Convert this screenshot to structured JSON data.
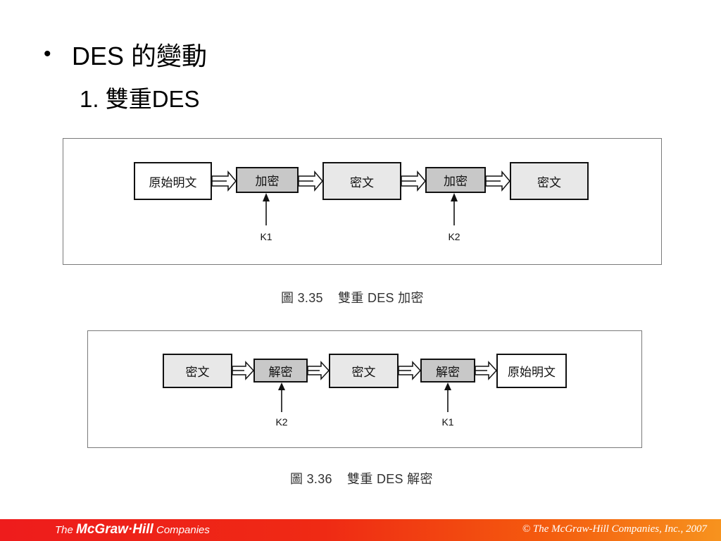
{
  "slide": {
    "bullet_symbol": "•",
    "bullet_text": "DES 的變動",
    "sub_heading": "1. 雙重DES"
  },
  "figure_enc": {
    "boxes": [
      "原始明文",
      "加密",
      "密文",
      "加密",
      "密文"
    ],
    "keys": [
      "K1",
      "K2"
    ],
    "caption": "圖 3.35    雙重 DES 加密"
  },
  "figure_dec": {
    "boxes": [
      "密文",
      "解密",
      "密文",
      "解密",
      "原始明文"
    ],
    "keys": [
      "K2",
      "K1"
    ],
    "caption": "圖 3.36    雙重 DES 解密"
  },
  "footer": {
    "brand_the": "The ",
    "brand_name": "McGraw·Hill",
    "brand_companies": " Companies",
    "copyright": "© The McGraw-Hill Companies, Inc., 2007"
  }
}
